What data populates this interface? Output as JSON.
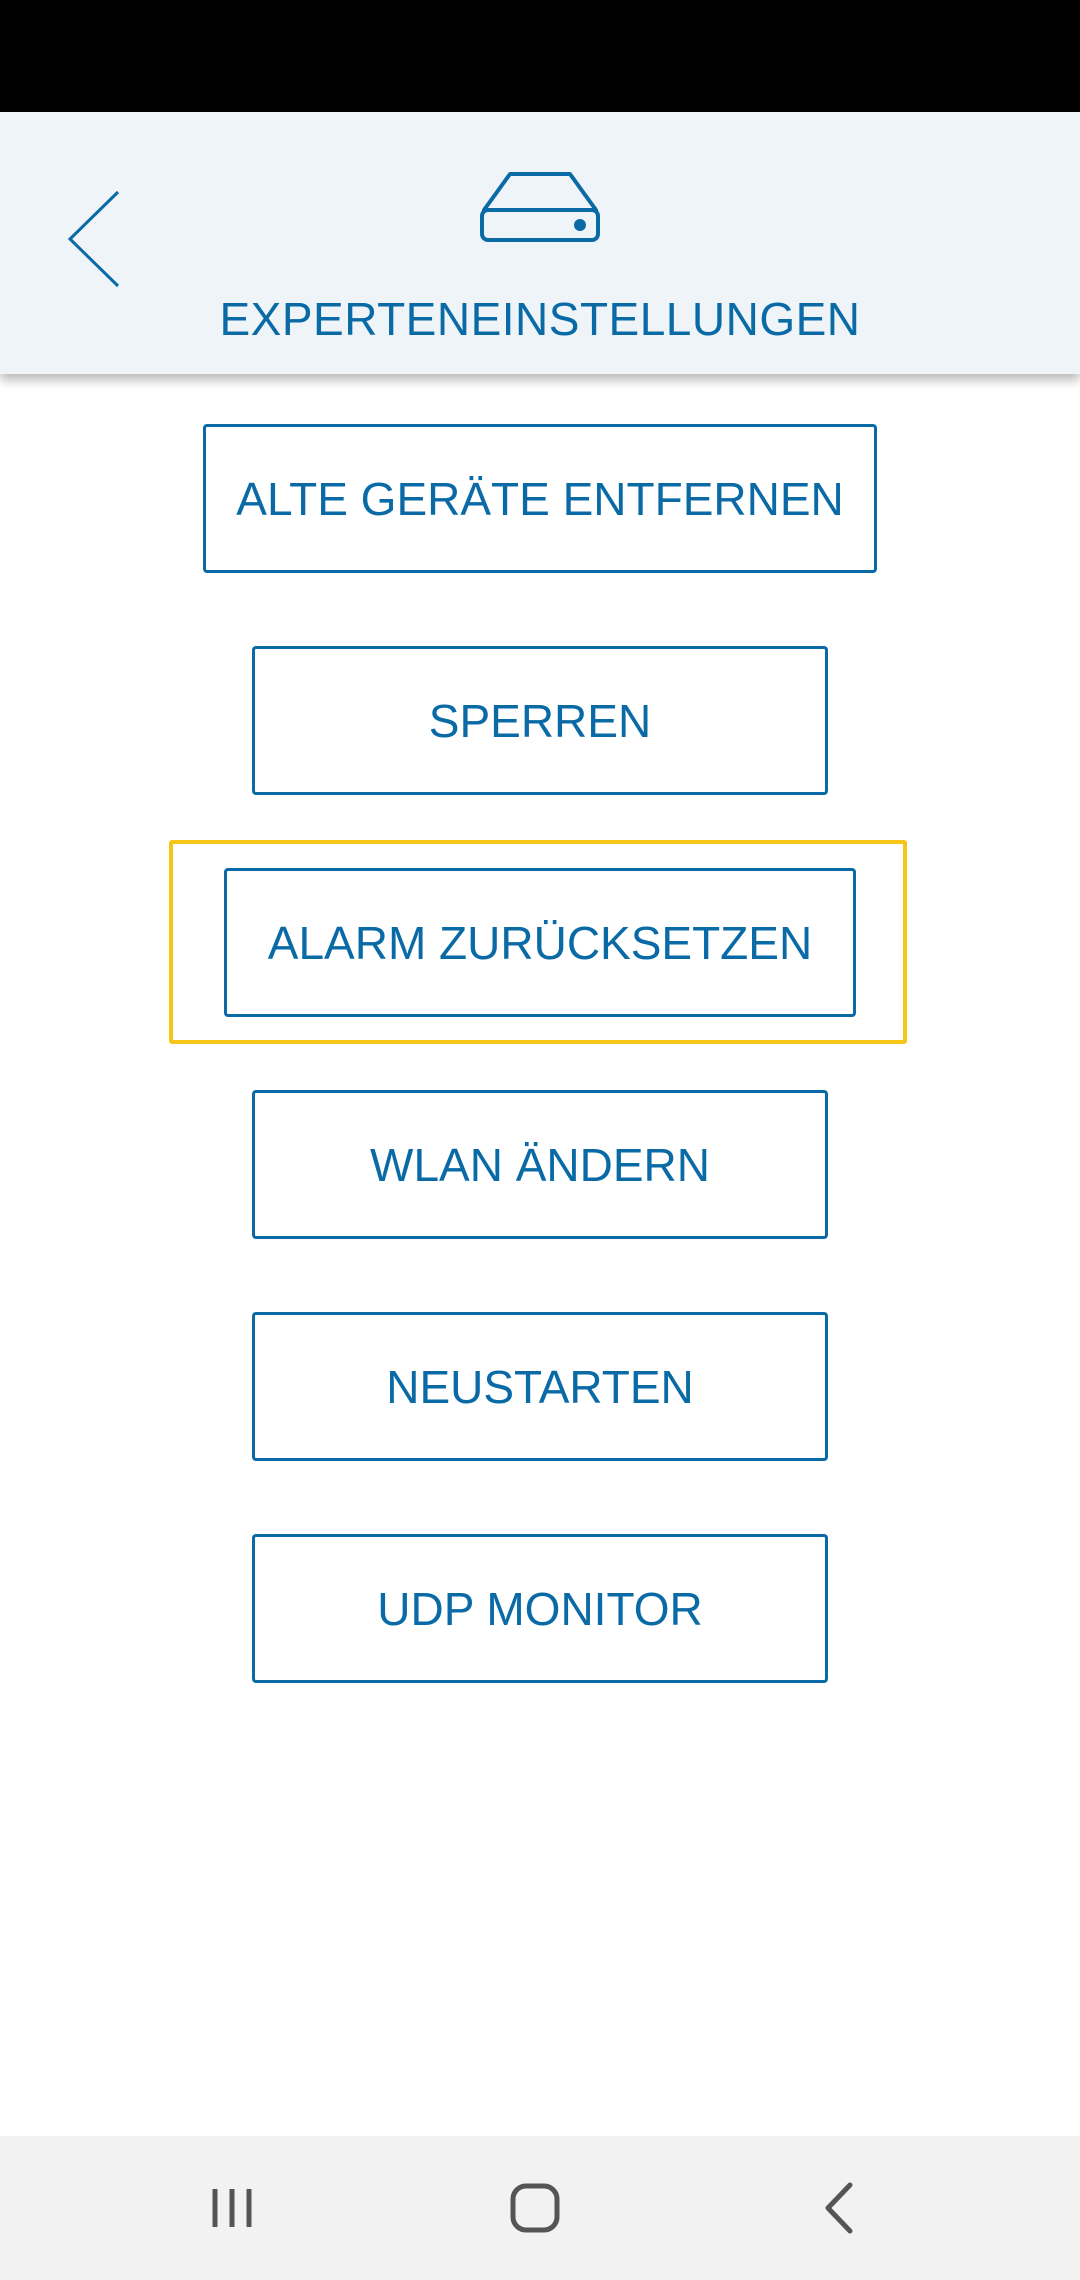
{
  "header": {
    "title": "EXPERTENEINSTELLUNGEN",
    "back_icon": "chevron-left-icon",
    "device_icon": "gateway-device-icon"
  },
  "actions": {
    "remove_old_devices": "ALTE GERÄTE ENTFERNEN",
    "lock": "SPERREN",
    "reset_alarm": "ALARM ZURÜCKSETZEN",
    "change_wlan": "WLAN ÄNDERN",
    "restart": "NEUSTARTEN",
    "udp_monitor": "UDP MONITOR"
  },
  "focused_action": "reset_alarm",
  "navigation": {
    "recents_icon": "recents-icon",
    "home_icon": "home-icon",
    "back_icon": "back-icon"
  },
  "colors": {
    "accent": "#0a6aa6",
    "header_background": "#eef4f7",
    "focus_ring": "#f5c518",
    "status_bar": "#000000",
    "nav_bar": "#f2f2f2"
  }
}
